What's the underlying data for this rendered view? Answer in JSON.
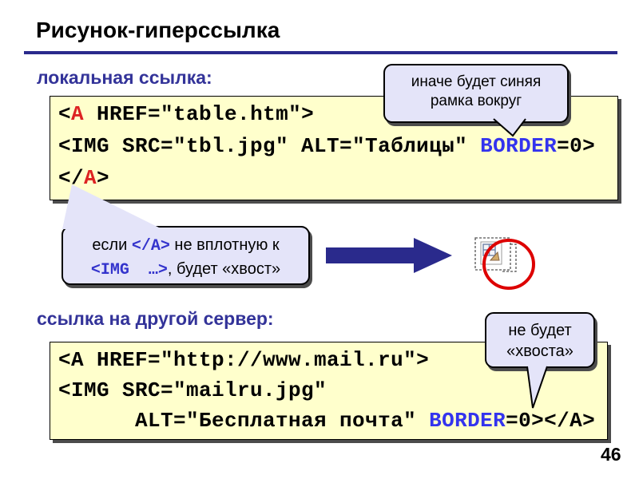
{
  "slide": {
    "title": "Рисунок-гиперссылка",
    "page_number": "46"
  },
  "sections": {
    "local": {
      "heading": "локальная ссылка:",
      "code": {
        "l1_open": "<",
        "l1_tag": "A",
        "l1_rest": " HREF=\"table.htm\">",
        "l2_main": "<IMG SRC=\"tbl.jpg\" ALT=\"Таблицы\" ",
        "l2_attr": "BORDER",
        "l2_end": "=0>",
        "l3_open": "</",
        "l3_tag": "A",
        "l3_close": ">"
      }
    },
    "remote": {
      "heading": "ссылка на другой сервер:",
      "code": {
        "l1": "<A HREF=\"http://www.mail.ru\">",
        "l2": "<IMG SRC=\"mailru.jpg\"",
        "l3_main": "      ALT=\"Бесплатная почта\" ",
        "l3_attr": "BORDER",
        "l3_end": "=0></A>"
      }
    }
  },
  "callouts": {
    "blue_frame": {
      "line1": "иначе будет синяя",
      "line2": "рамка вокруг"
    },
    "tail_warning": {
      "t1": "если ",
      "t2": "</A>",
      "t3": " не вплотную к",
      "t4": "<IMG  …>",
      "t5": ", будет «хвост»"
    },
    "no_tail": {
      "line1": "не будет",
      "line2": "«хвоста»"
    }
  },
  "icons": {
    "arrow": "blue-arrow-right",
    "broken_image": "broken-image-placeholder",
    "selection_tail": "dashed-selection-tail",
    "highlight": "red-circle-highlight"
  },
  "colors": {
    "accent_navy": "#2a2a8c",
    "heading_blue": "#333399",
    "code_red": "#dd2222",
    "code_blue": "#3333ee",
    "code_bg": "#ffffcc",
    "callout_bg": "#e4e4f9",
    "callout_code_blue": "#3333cc",
    "highlight_red": "#dd0000"
  }
}
